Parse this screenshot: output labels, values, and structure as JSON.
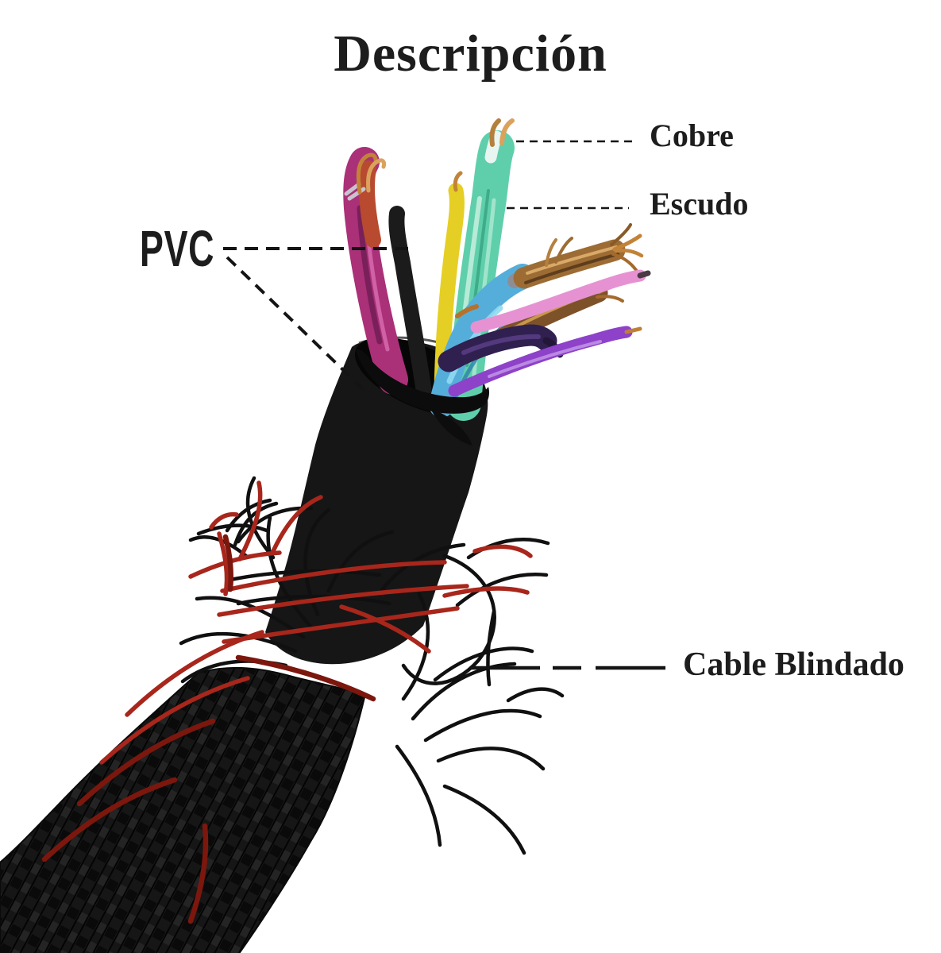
{
  "title": "Descripción",
  "callouts": {
    "cobre": {
      "label": "Cobre"
    },
    "escudo": {
      "label": "Escudo"
    },
    "pvc": {
      "label": "PVC"
    },
    "cable_blindado": {
      "label": "Cable Blindado"
    }
  },
  "figure": {
    "subject": "stripped shielded multi-core cable: braided sleeve, black PVC jacket, fanned colored cores with bare copper tips",
    "palette": {
      "background": "#ffffff",
      "label_text": "#1d1d1d",
      "leader": "#141414",
      "jacket": "#161616",
      "rim": "#060606",
      "lip": "#0c0c0c",
      "strand_black": "#101010",
      "strand_red": "#a8261b",
      "strand_red_dark": "#7c170e",
      "magenta": "#aa3078",
      "crimson": "#b84a30",
      "black_wire": "#1b1b1b",
      "yellow": "#e5cf24",
      "teal": "#5fcfab",
      "teal_light": "#bcecd9",
      "silver": "#e9f5f1",
      "cyan": "#55aeda",
      "cyan_light": "#90daef",
      "copper": "#9c6c34",
      "copper_dark": "#7d5229",
      "copper_light": "#d8a968",
      "copper_tip": "#c28339",
      "indigo": "#30204f",
      "indigo_light": "#53397e",
      "pink": "#e692d2",
      "violet": "#8d42c9",
      "grey_crimp": "#8d8d96"
    }
  }
}
